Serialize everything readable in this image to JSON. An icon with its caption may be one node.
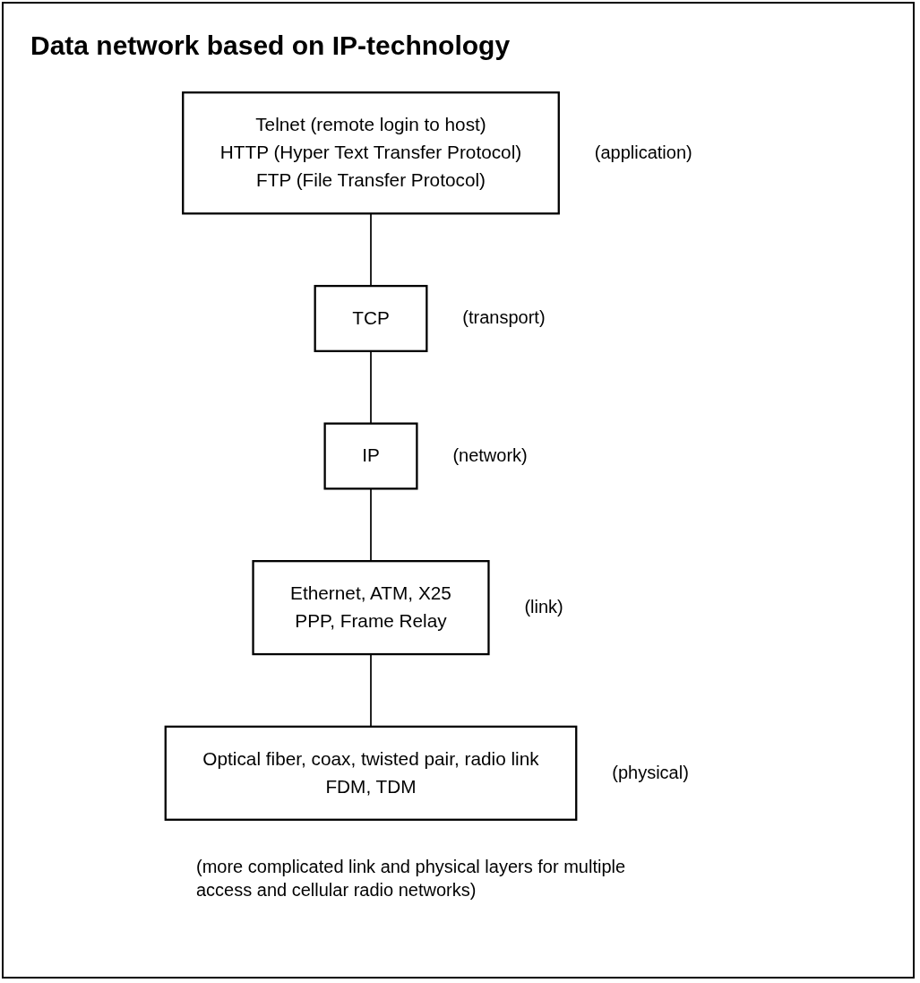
{
  "diagram": {
    "title": "Data network based on IP-technology",
    "nodes": [
      {
        "text": [
          "Telnet (remote login to host)",
          "HTTP (Hyper Text Transfer Protocol)",
          "FTP (File Transfer Protocol)"
        ],
        "beside": [
          "(application)"
        ]
      },
      {
        "text": [
          "TCP"
        ],
        "beside": [
          "(transport)"
        ]
      },
      {
        "text": [
          "IP"
        ],
        "beside": [
          "(network)"
        ]
      },
      {
        "text": [
          "Ethernet, ATM, X25",
          "PPP, Frame Relay"
        ],
        "beside": [
          "(link)"
        ]
      },
      {
        "text": [
          "Optical fiber, coax, twisted pair, radio link",
          "FDM, TDM"
        ],
        "beside": [
          "(physical)"
        ]
      }
    ],
    "edges": [
      {
        "from": 0,
        "to": 1,
        "arrow": "none"
      },
      {
        "from": 1,
        "to": 2,
        "arrow": "none"
      },
      {
        "from": 2,
        "to": 3,
        "arrow": "none"
      },
      {
        "from": 3,
        "to": 4,
        "arrow": "none"
      }
    ],
    "caption": "(more complicated link and physical layers for multiple access and cellular radio networks)"
  }
}
